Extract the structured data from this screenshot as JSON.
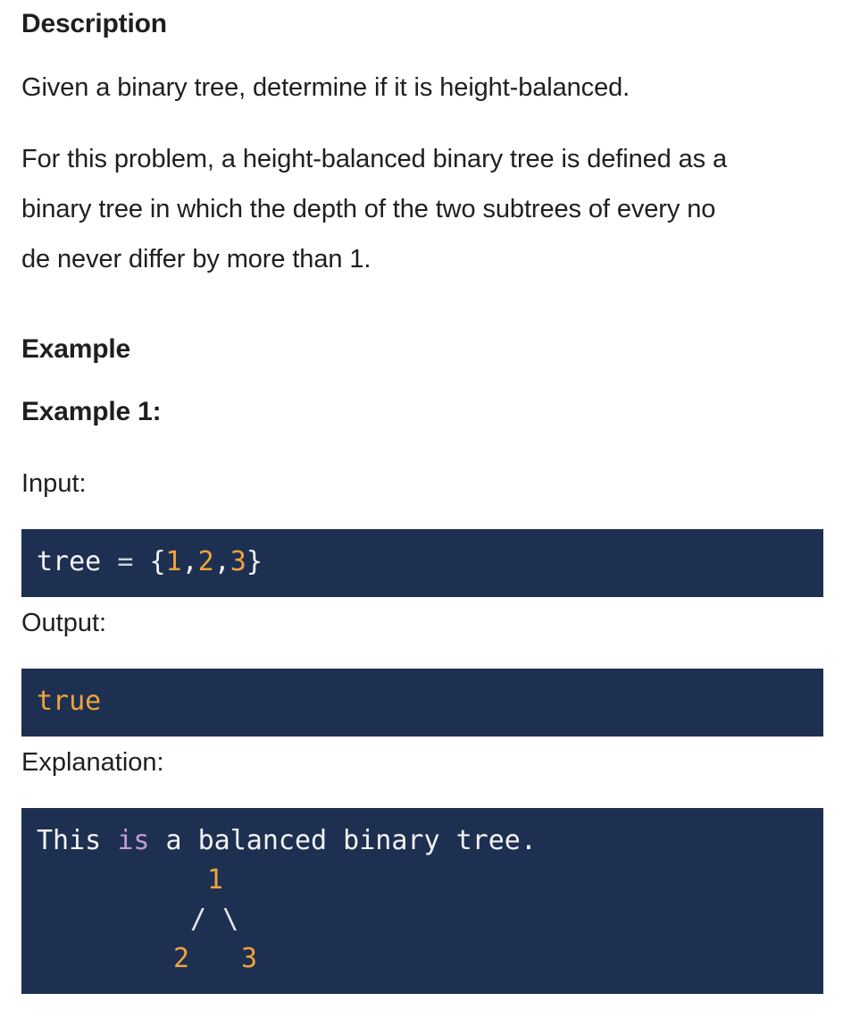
{
  "description": {
    "heading": "Description",
    "intro": "Given a binary tree, determine if it is height-balanced.",
    "definition_lines": [
      "For this problem, a height-balanced binary tree is defined as a",
      "binary tree in which the depth of the two subtrees of every no",
      "de never differ by more than 1."
    ]
  },
  "example": {
    "heading": "Example",
    "subheading": "Example 1:",
    "input_label": "Input:",
    "input_code": {
      "var": "tree",
      "op": "=",
      "open": "{",
      "n1": "1",
      "c1": ",",
      "n2": "2",
      "c2": ",",
      "n3": "3",
      "close": "}"
    },
    "output_label": "Output:",
    "output_code": "true",
    "explanation_label": "Explanation:",
    "explanation_code": {
      "w1": "This",
      "kw": "is",
      "w2": "a balanced binary tree.",
      "root": "1",
      "branches": "/ \\",
      "left": "2",
      "right": "3"
    }
  },
  "colors": {
    "code_background": "#1d3051",
    "code_text": "#f2f2f2",
    "number_highlight": "#f0a33b",
    "keyword_highlight": "#c39ad9",
    "body_text": "#1f1f1f"
  }
}
